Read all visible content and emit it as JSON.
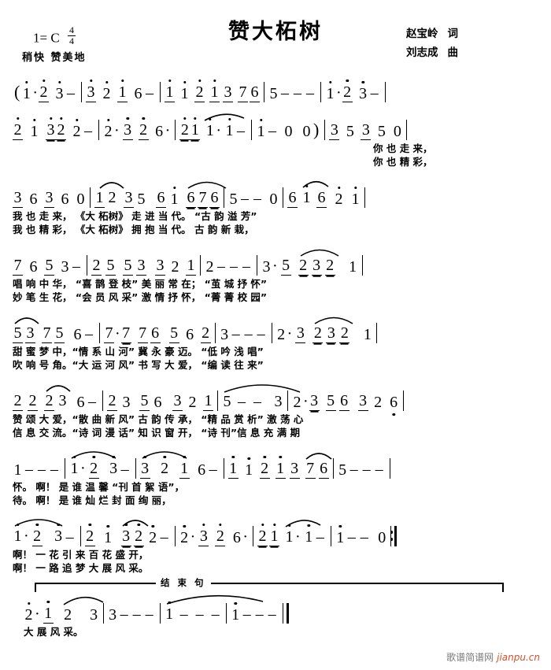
{
  "header": {
    "title": "赞大柘树",
    "key_label": "1= C",
    "meter_num": "4",
    "meter_den": "4",
    "tempo": "稍快  赞美地",
    "lyricist": "赵宝岭",
    "lyricist_role": "词",
    "composer": "刘志成",
    "composer_role": "曲"
  },
  "ending_bracket_label": "结 束 句",
  "watermark": {
    "cn": "歌谱简谱网",
    "en": "jianpu.cn"
  },
  "score": {
    "line1": {
      "notes": "( 1·2 3 - | 3 2 1 6 - | 1 1 2 1 3 7 6 | 5 - - - | 1·2 3 - |"
    },
    "line2": {
      "notes": "2 1 32 2 - | 2· 3 2 6· | 2 1 1· 1 - | 1 - 0 0 ) | 3 5 3 5 0 |",
      "lyric1": "你 也 走 来，",
      "lyric2": "你 也 精 彩，"
    },
    "line3": {
      "notes": "3 6 3 6 0 | 1 2 3 5 6 1 6 7 6 | 5 - - 0 | 6 1 6 2 1 |",
      "lyric1": "我 也 走 来，  《大  柘树》 走 进 当    代。    “古 韵   溢 芳”",
      "lyric2": "我 也 精 彩，  《大  柘树》 拥 抱 当    代。    古 韵   新 栽，"
    },
    "line4": {
      "notes": "7 6 5 3 - | 2 5 5 3 3 2 1 | 2 - - - | 3· 5 2 3 2 1 |",
      "lyric1": "唱 响 中 华，  “喜 鹊 登 枝” 美 丽 常 在；     “茧 城 抒      怀”",
      "lyric2": "妙 笔 生 花，  “会 员 风 采” 激 情 抒 怀，     “菁 菁 校      园”"
    },
    "line5": {
      "notes": "5 3 7 5 6 - | 7·7 7 6 5 6 2 | 3 - - - | 2· 3 2 3 2 1 |",
      "lyric1": "甜   蜜 梦 中，“情 系 山 河” 冀 永 豪 迈。    “低 吟 浅      唱”",
      "lyric2": "吹   响 号 角。“大 运 河 风” 书 写 大 爱，    “编 读 往      来”"
    },
    "line6": {
      "notes": "2 2 2 3 6 - | 2 3 5 6 3 2 1 | 5 - - 3 | 2·3 5 6 3 2 6 |",
      "lyric1": "赞 颂 大   爱，“散 曲 新 风” 古 韵 传 承，    “精 品 赏 析” 激 荡 心",
      "lyric2": "信 息 交   流。“诗 词 漫 话” 知 识 窗 开，    “诗 刊”信 息 充 满 期"
    },
    "line7": {
      "notes": "1 - - - | 1· 2 3 - | 3 2 1 6 - | 1 1 2 1 3 7 6 | 5 - - - |",
      "lyric1": "怀。      啊！      是   谁   温 馨 “刊 首 絮   语”，",
      "lyric2": "待。      啊！      是   谁   灿 烂  封 面 绚   丽，"
    },
    "line8": {
      "notes": "1·2 3 - | 2 1 3 2 2 - | 2· 3 2 6· | 2 1 1· 1 - | 1 - - 0 :|",
      "lyric1": "啊！     一 花 引 来 百 花 盛      开，",
      "lyric2": "啊！     一 路 追 梦 大 展 风      采。"
    },
    "line9": {
      "notes": "2· 1 2 3 | 3 - - - | 1 - - - | 1 - - - ||",
      "lyric1": "大 展 风        采。"
    }
  }
}
